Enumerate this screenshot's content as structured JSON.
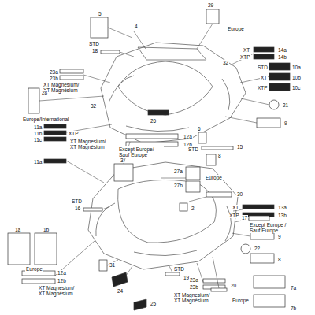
{
  "diagram": {
    "labels": [
      "5",
      "29",
      "Europe",
      "4",
      "STD",
      "18",
      "XT",
      "14a",
      "XTP",
      "14b",
      "32",
      "STD",
      "10a",
      "XT",
      "10b",
      "XTP",
      "10c",
      "23a",
      "23b",
      "XT Magnesium/ XT Magnésium",
      "28",
      "32",
      "21",
      "Europe/International",
      "26",
      "9",
      "11a",
      "11b",
      "11c",
      "XTP",
      "XT Magnesium/ XT Magnésium",
      "12a",
      "12b",
      "6",
      "STD",
      "15",
      "11a",
      "8",
      "Except Europe/ Sauf Europe",
      "3",
      "27a",
      "Europe",
      "27b",
      "30",
      "XT",
      "13a",
      "XTP",
      "13b",
      "STD",
      "16",
      "2",
      "17",
      "Except Europe / Sauf Europe",
      "1a",
      "1b",
      "9",
      "22",
      "8",
      "31",
      "Europe",
      "12a",
      "12b",
      "XT Magnesium/ XT Magnésium",
      "STD",
      "19",
      "23a",
      "23b",
      "XT Magnesium/ XT Magnésium",
      "24",
      "25",
      "20",
      "7a",
      "7b",
      "Europe"
    ]
  }
}
